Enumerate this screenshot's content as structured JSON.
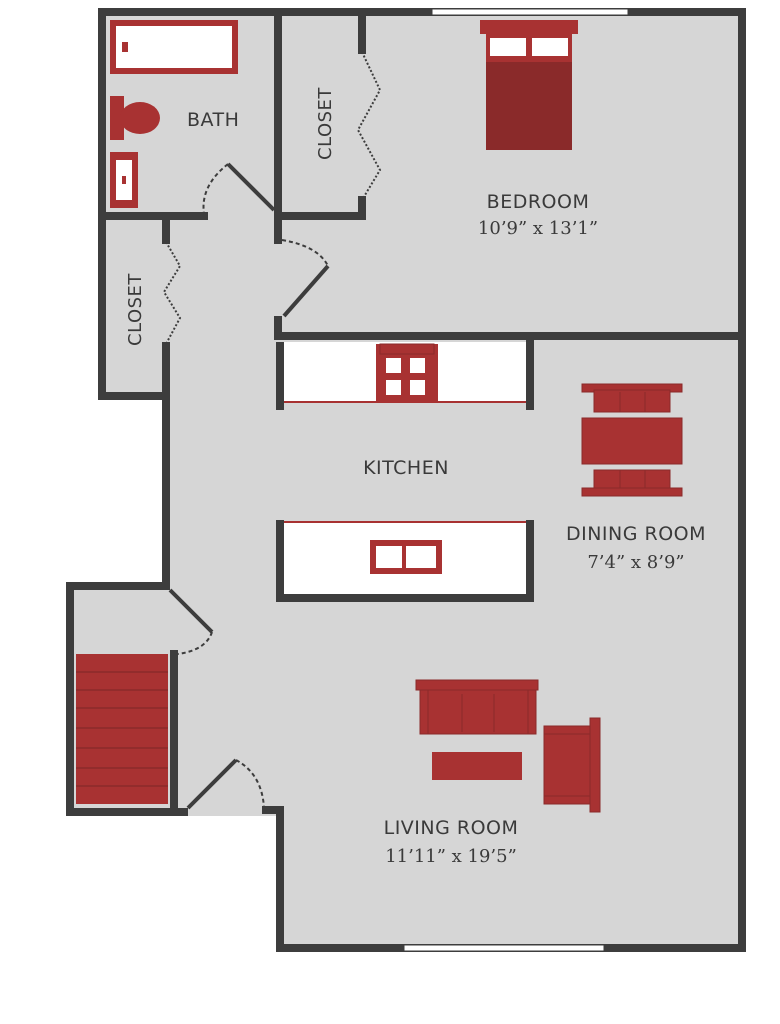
{
  "rooms": {
    "bath": {
      "name": "BATH"
    },
    "closet_upper": {
      "name": "CLOSET"
    },
    "closet_lower": {
      "name": "CLOSET"
    },
    "bedroom": {
      "name": "BEDROOM",
      "dimensions": "10’9” x 13’1”"
    },
    "kitchen": {
      "name": "KITCHEN"
    },
    "dining_room": {
      "name": "DINING ROOM",
      "dimensions": "7’4” x 8’9”"
    },
    "living_room": {
      "name": "LIVING ROOM",
      "dimensions": "11’11” x 19’5”"
    }
  },
  "colors": {
    "floor": "#d6d6d6",
    "wall": "#3d3d3d",
    "furniture": "#a83232",
    "furniture_dark": "#8a2a2a",
    "window": "#ffffff",
    "text": "#3a3a3a"
  }
}
